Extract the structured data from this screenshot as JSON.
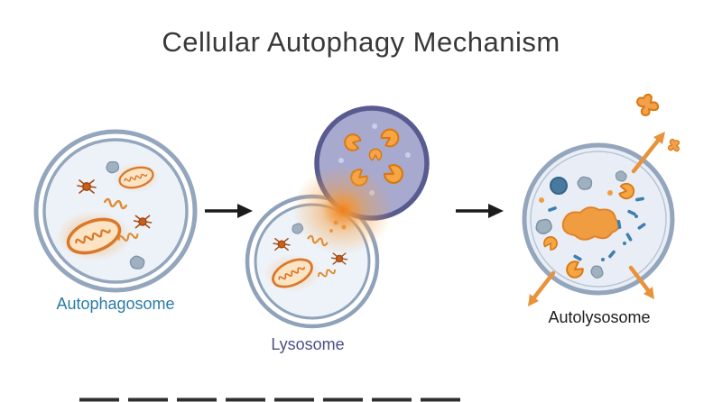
{
  "title": "Cellular Autophagy Mechanism",
  "stages": [
    {
      "id": "autophagosome",
      "label": "Autophagosome",
      "label_color": "#2b7ba6"
    },
    {
      "id": "lysosome",
      "label": "Lysosome",
      "label_color": "#4d4f8a"
    },
    {
      "id": "autolysosome",
      "label": "Autolysosome",
      "label_color": "#1d1d1f"
    }
  ],
  "colors": {
    "background": "#ffffff",
    "title_color": "#383838",
    "membrane": "#93a6bd",
    "vesicle_interior": "#edf2f8",
    "lysosome_fill": "#a7a9ce",
    "lysosome_border": "#585a90",
    "enzyme_orange": "#f5a544",
    "enzyme_outline": "#d9780f",
    "mitochondrion_fill": "#fbe3c4",
    "mitochondrion_outline": "#d9782a",
    "fusion_glow": "#f07f1a",
    "debris_brown": "#c85f1f",
    "cargo_gray": "#9fb0c0",
    "fragment_blue": "#3f7fae",
    "flow_arrow": "#1c1c1c",
    "release_arrow": "#e8923a"
  },
  "icons": {
    "mitochondrion-icon": "oval organelle with wavy cristae",
    "protein-debris-icon": "small dark speck with legs",
    "squiggle-cargo-icon": "orange wavy filament",
    "enzyme-icon": "orange pac-man wedge circle",
    "cargo-blob-icon": "gray-blue irregular blob",
    "fragment-icon": "small blue dash",
    "flow-arrow-icon": "black right arrow",
    "release-arrow-icon": "orange outward arrow"
  }
}
